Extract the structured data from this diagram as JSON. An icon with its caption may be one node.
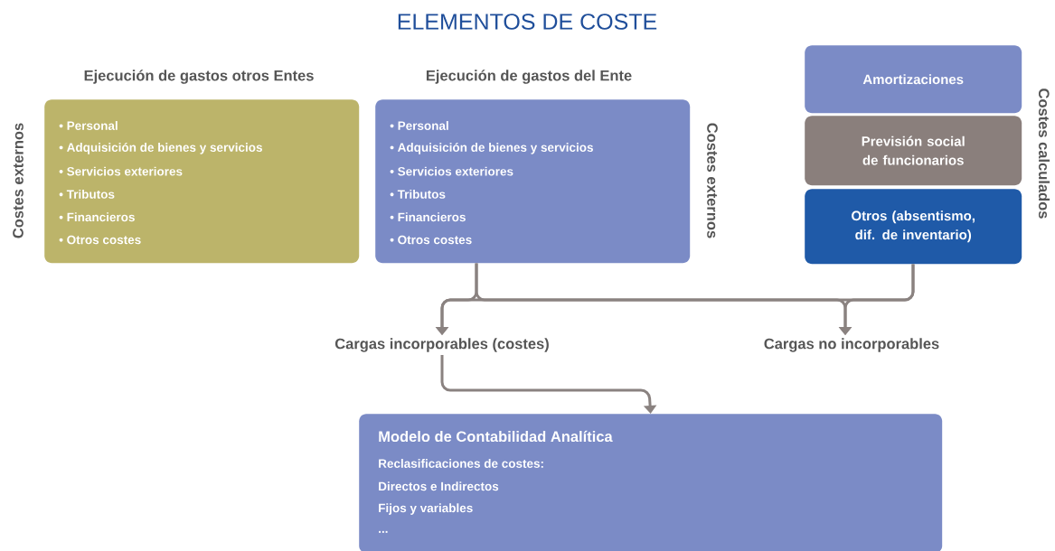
{
  "diagram": {
    "title": "ELEMENTOS DE COSTE",
    "nodes": [
      {
        "text": [
          "Ejecución de gastos otros Entes",
          "• Personal",
          "• Adquisición de bienes y servicios",
          "• Servicios exteriores",
          "• Tributos",
          "• Financieros",
          "• Otros costes"
        ],
        "beside": [
          "Costes externos"
        ]
      },
      {
        "text": [
          "Ejecución de gastos del Ente",
          "• Personal",
          "• Adquisición de bienes y servicios",
          "• Servicios exteriores",
          "• Tributos",
          "• Financieros",
          "• Otros costes"
        ],
        "beside": [
          "Costes externos"
        ]
      },
      {
        "text": [
          "Amortizaciones"
        ]
      },
      {
        "text": [
          "Previsión social de funcionarios"
        ]
      },
      {
        "text": [
          "Otros (absentismo, dif. de inventario)"
        ]
      },
      {
        "text": [
          "Cargas incorporables (costes)"
        ]
      },
      {
        "text": [
          "Cargas no incorporables"
        ]
      },
      {
        "text": [
          "Modelo de Contabilidad Analítica",
          "Reclasificaciones de costes:",
          "Directos e Indirectos",
          "Fijos y variables",
          "..."
        ]
      }
    ],
    "edges": [
      {
        "from": 1,
        "to": 5,
        "arrow": "to"
      },
      {
        "from": 1,
        "to": 6,
        "arrow": "to"
      },
      {
        "from": 4,
        "to": 5,
        "arrow": "to"
      },
      {
        "from": 4,
        "to": 6,
        "arrow": "to"
      },
      {
        "from": 5,
        "to": 7,
        "arrow": "to"
      }
    ],
    "labels": [
      "Costes calculados"
    ]
  }
}
